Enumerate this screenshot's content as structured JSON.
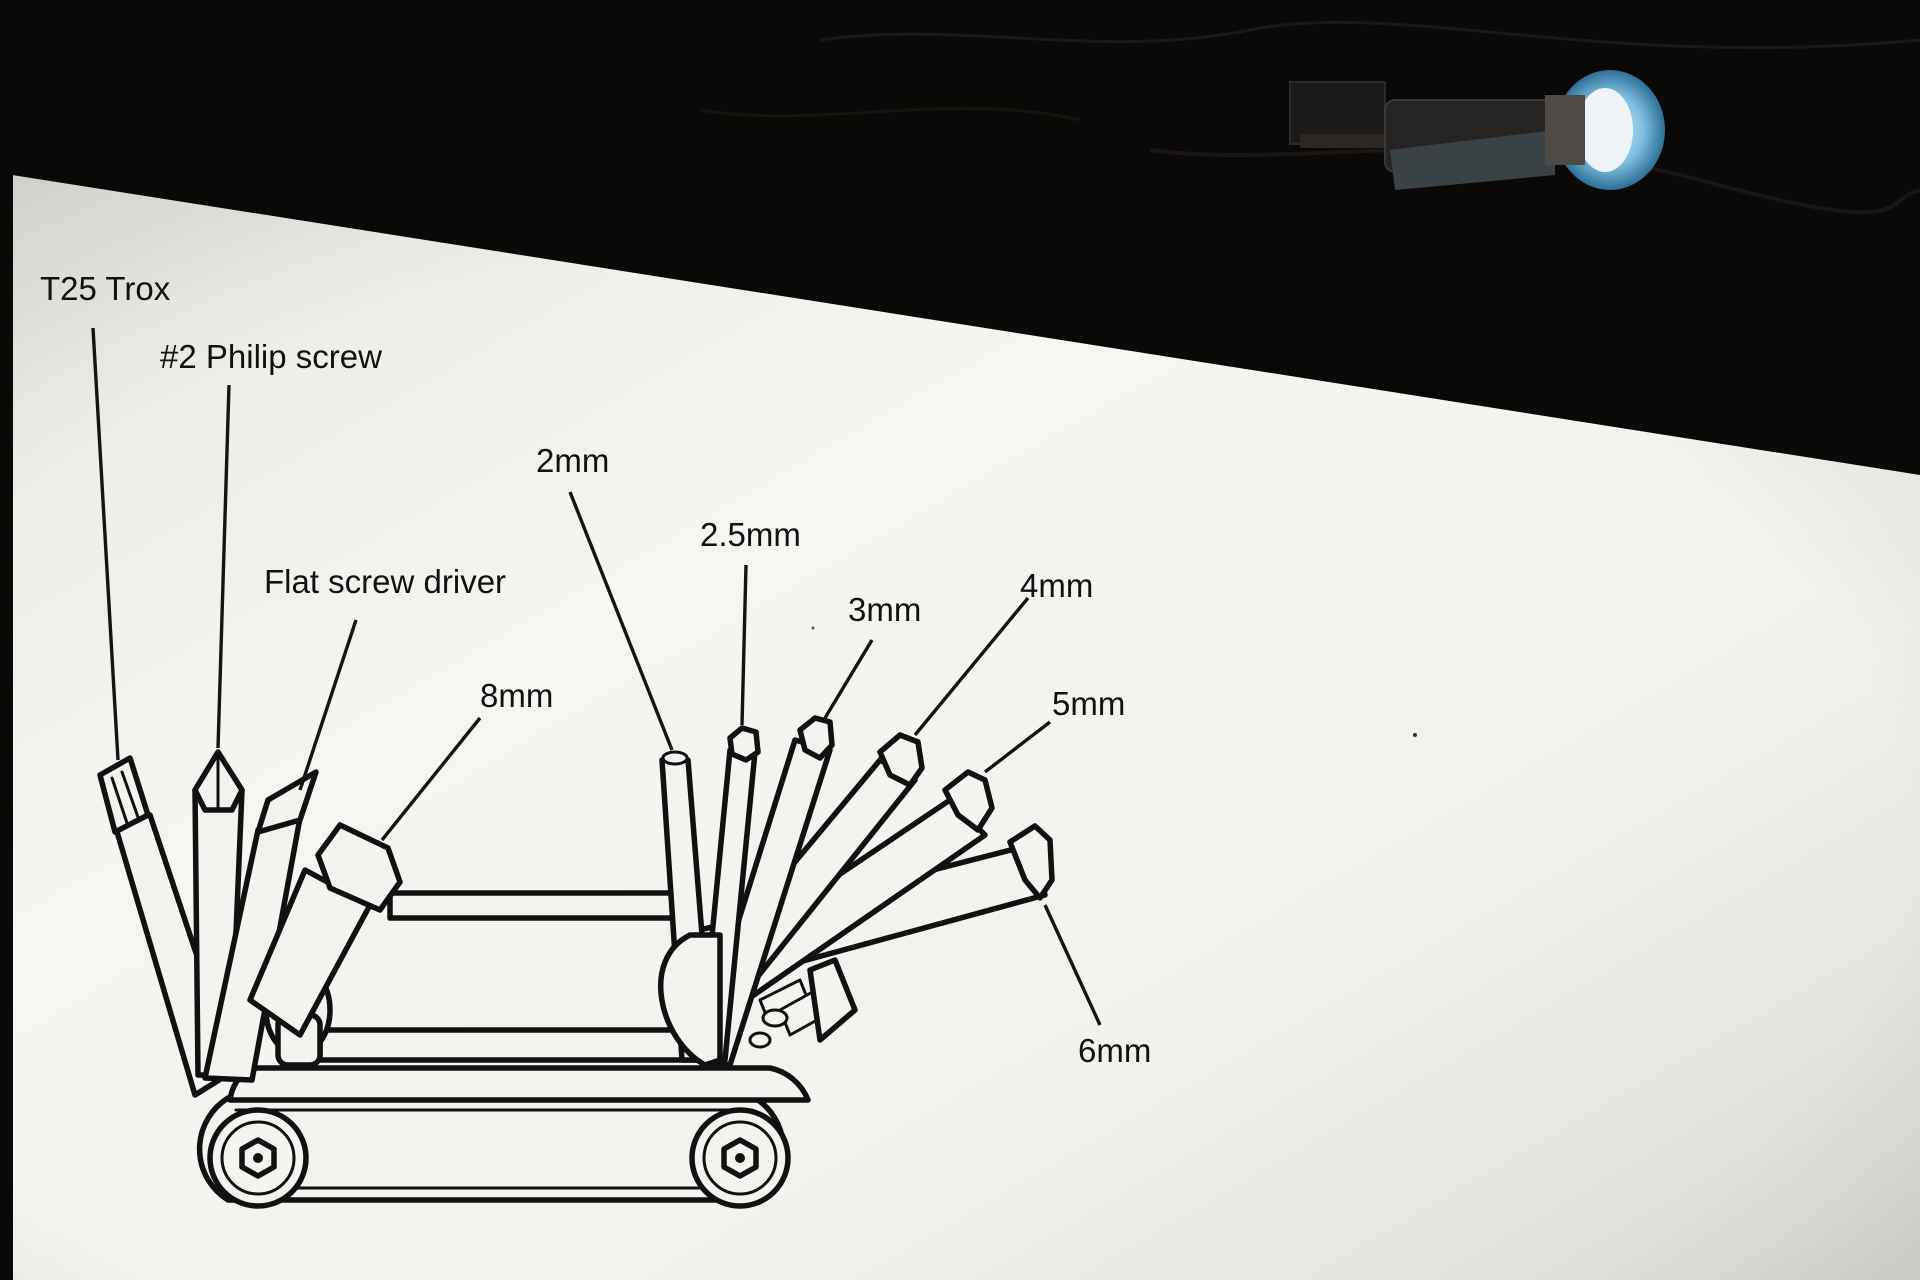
{
  "diagram": {
    "labels": {
      "t25": "T25 Trox",
      "philip": "#2 Philip screw",
      "flat": "Flat screw driver",
      "mm8": "8mm",
      "mm2": "2mm",
      "mm25": "2.5mm",
      "mm3": "3mm",
      "mm4": "4mm",
      "mm5": "5mm",
      "mm6": "6mm"
    },
    "colors": {
      "card": "#f3f2ee",
      "ink": "#111111",
      "background": "#0a0807",
      "ring_accent": "#6fb6df"
    }
  }
}
